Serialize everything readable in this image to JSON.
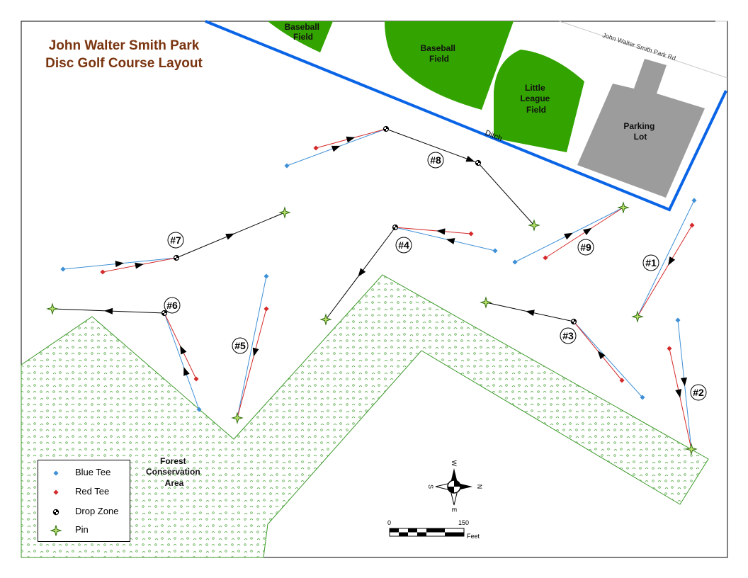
{
  "title": {
    "line1": "John Walter Smith Park",
    "line2": "Disc Golf Course Layout"
  },
  "areas": {
    "baseball_field_1": "Baseball Field",
    "baseball_field_2": "Baseball Field",
    "little_league": "Little League Field",
    "parking": "Parking Lot",
    "forest": "Forest Conservation Area",
    "road": "John Walter Smith Park Rd",
    "ditch": "Ditch"
  },
  "holes": [
    "#1",
    "#2",
    "#3",
    "#4",
    "#5",
    "#6",
    "#7",
    "#8",
    "#9"
  ],
  "legend": [
    {
      "symbol": "blue-tee",
      "label": "Blue Tee"
    },
    {
      "symbol": "red-tee",
      "label": "Red Tee"
    },
    {
      "symbol": "drop-zone",
      "label": "Drop Zone"
    },
    {
      "symbol": "pin",
      "label": "Pin"
    }
  ],
  "compass": {
    "w": "W",
    "s": "S",
    "n": "N",
    "e": "E"
  },
  "scale": {
    "start": "0",
    "end": "150",
    "unit": "Feet"
  },
  "colors": {
    "field_green": "#33a300",
    "parking_gray": "#9c9c9c",
    "ditch_blue": "#0a64e6",
    "blue_tee": "#3d8fd6",
    "red_tee": "#d42a2a",
    "forest_outline": "#3c9a2a",
    "title_brown": "#7a3410"
  }
}
